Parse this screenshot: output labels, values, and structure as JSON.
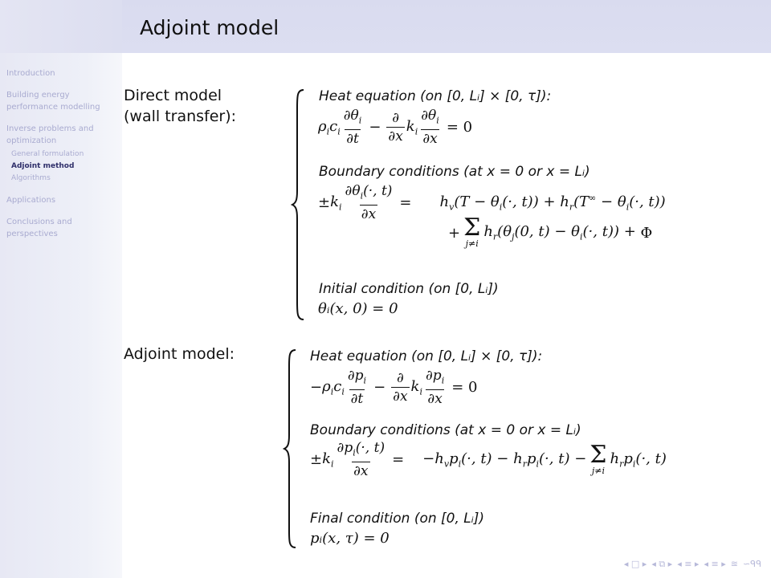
{
  "header": {
    "title": "Adjoint model"
  },
  "sidebar": {
    "items": [
      {
        "label": "Introduction"
      },
      {
        "label": "Building energy performance modelling"
      },
      {
        "label": "Inverse problems and optimization",
        "subitems": [
          {
            "label": "General formulation",
            "active": false
          },
          {
            "label": "Adjoint method",
            "active": true
          },
          {
            "label": "Algorithms",
            "active": false
          }
        ]
      },
      {
        "label": "Applications"
      },
      {
        "label": "Conclusions and perspectives"
      }
    ]
  },
  "direct": {
    "label_line1": "Direct model",
    "label_line2": "(wall transfer):",
    "heat_header": "Heat equation (on [0, Lᵢ] × [0, τ]):",
    "bc_header": "Boundary conditions (at x = 0 or x = Lᵢ)",
    "ic_header": "Initial condition (on [0, Lᵢ])",
    "ic_eq": "θᵢ(x, 0) = 0"
  },
  "adjoint": {
    "label": "Adjoint model:",
    "heat_header": "Heat equation (on [0, Lᵢ] × [0, τ]):",
    "bc_header": "Boundary conditions (at x = 0 or x = Lᵢ)",
    "fc_header": "Final condition (on [0, Lᵢ])",
    "fc_eq": "pᵢ(x, τ) = 0"
  },
  "nav": {
    "icons": [
      "nav-left-arrow",
      "nav-frame",
      "nav-right-arrow",
      "nav-section",
      "nav-subsection",
      "nav-appendix",
      "nav-search"
    ]
  }
}
